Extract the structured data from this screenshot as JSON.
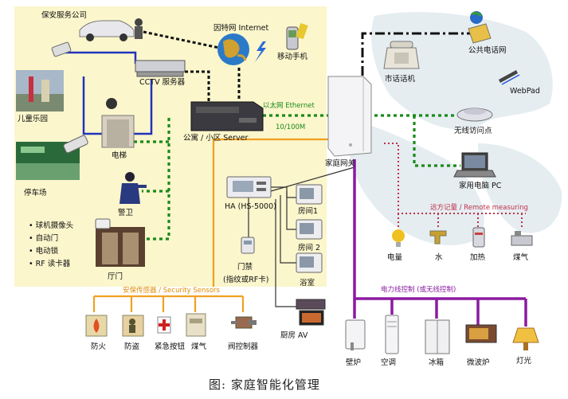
{
  "caption": "图:  家庭智能化管理",
  "left": {
    "security_company": "保安服务公司",
    "cctv_server": "CCTV 服务器",
    "playground": "儿童乐园",
    "elevator": "电梯",
    "parking": "停车场",
    "guard": "警卫",
    "lobby": "厅门",
    "lobby_devices": [
      "• 球机摄像头",
      "• 自动门",
      "• 电动锁",
      "• RF 读卡器"
    ]
  },
  "top": {
    "internet": "因特网 Internet",
    "mobile": "移动手机",
    "public_phone": "公共电话网",
    "local_phone": "市话话机",
    "webpad": "WebPad"
  },
  "center": {
    "server": "公寓 / 小区 Server",
    "ethernet": "以太网 Ethernet",
    "speed": "10/100M",
    "gateway": "家庭网关",
    "ha": "HA (HS-5000)",
    "door": "门禁",
    "door_sub": "(指纹或RF卡)",
    "rooms": [
      "房间1",
      "房间 2",
      "浴室",
      "厨房 AV"
    ]
  },
  "right": {
    "wireless_ap": "无线访问点",
    "laptop": "家用电脑 PC",
    "remote_meter": "远方记量 / Remote measuring",
    "meters": [
      "电量",
      "水",
      "加热",
      "煤气"
    ],
    "powerline": "电力线控制 (或无线控制)",
    "appliances": [
      "壁炉",
      "空调",
      "冰箱",
      "微波炉",
      "灯光"
    ]
  },
  "sensors": {
    "title": "安保传感器 / Security Sensors",
    "items": [
      "防火",
      "防盗",
      "紧急按钮",
      "煤气",
      "阀控制器"
    ]
  },
  "colors": {
    "ethernet": "#1a8a1a",
    "security": "#f0a020",
    "powerline": "#8a1aa0",
    "remote": "#c0304a",
    "cctv": "#2233bb"
  }
}
